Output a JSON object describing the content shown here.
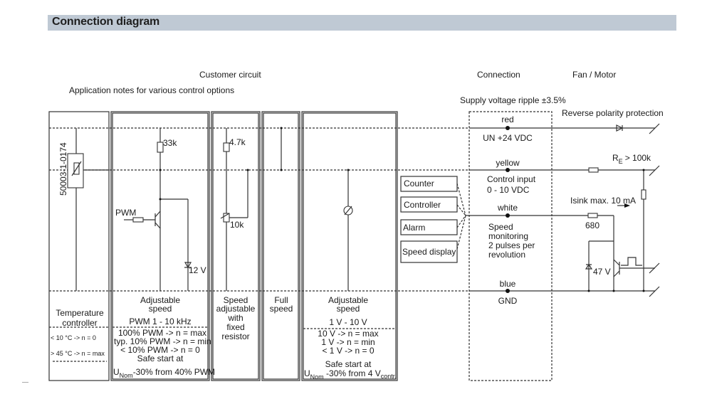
{
  "header": {
    "title": "Connection diagram"
  },
  "labels": {
    "customer_circuit": "Customer circuit",
    "application_notes": "Application notes for various control options",
    "connection": "Connection",
    "fan_motor": "Fan / Motor",
    "supply_ripple": "Supply voltage ripple ±3.5%",
    "reverse_polarity": "Reverse polarity protection"
  },
  "wires": {
    "red": {
      "color_name": "red",
      "function": "UN +24 VDC"
    },
    "yellow": {
      "color_name": "yellow",
      "function_line1": "Control input",
      "function_line2": "0 - 10 VDC"
    },
    "white": {
      "color_name": "white",
      "function_line1": "Speed",
      "function_line2": "monitoring",
      "function_line3": "2 pulses per",
      "function_line4": "revolution"
    },
    "blue": {
      "color_name": "blue",
      "function": "GND"
    }
  },
  "fan_side": {
    "re_label": "R",
    "re_sub": "E",
    "re_value": "> 100k",
    "isink": "Isink max. 10 mA",
    "r680": "680",
    "zener": "47 V"
  },
  "devices": [
    "Counter",
    "Controller",
    "Alarm",
    "Speed display"
  ],
  "options": {
    "temperature": {
      "part_number": "50003-1-0174",
      "title_line1": "Temperature",
      "title_line2": "controller",
      "note1": "< 10 °C -> n = 0",
      "note2": "> 45 °C -> n = max"
    },
    "pwm": {
      "r_label": "33k",
      "input_label": "PWM",
      "zener_label": "12 V",
      "title_line1": "Adjustable",
      "title_line2": "speed",
      "freq": "PWM 1 - 10 kHz",
      "note1": "100% PWM -> n = max",
      "note2": "typ. 10% PWM -> n = min",
      "note3": "< 10% PWM -> n = 0",
      "note4": "Safe start at",
      "note5_pre": "U",
      "note5_sub": "Nom",
      "note5_post": "-30% from 40% PWM"
    },
    "resistor": {
      "r1_label": "4.7k",
      "r2_label": "10k",
      "title_line1": "Speed",
      "title_line2": "adjustable",
      "title_line3": "with",
      "title_line4": "fixed",
      "title_line5": "resistor"
    },
    "full": {
      "title_line1": "Full",
      "title_line2": "speed"
    },
    "voltage": {
      "title_line1": "Adjustable",
      "title_line2": "speed",
      "range": "1 V - 10 V",
      "note1": "10 V -> n = max",
      "note2": "1 V -> n = min",
      "note3": "< 1 V -> n = 0",
      "note4": "Safe start at",
      "note5_pre": "U",
      "note5_sub": "Nom",
      "note5_mid": " -30% from 4 V",
      "note5_sub2": "contr."
    }
  }
}
